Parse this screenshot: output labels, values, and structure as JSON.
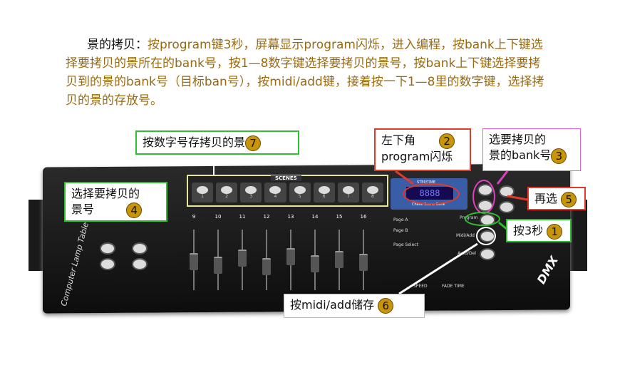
{
  "intro": {
    "lead": "景的拷贝：",
    "text": "按program键3秒，屏幕显示program闪烁，进入编程，按bank上下键选择要拷贝的景所在的bank号，按1—8数字键选择要拷贝的景号，按bank上下键选择要拷贝到的景的bank号（目标ban号），按midi/add键，接着按一下1—8里的数字键，选择拷贝的景的存放号。"
  },
  "device": {
    "scenes_label": "SCENES",
    "scene_buttons": [
      "1",
      "2",
      "3",
      "4",
      "5",
      "6",
      "7",
      "8"
    ],
    "fader_numbers": [
      "9",
      "10",
      "11",
      "12",
      "13",
      "14",
      "15",
      "16"
    ],
    "display_value": "8888",
    "display_top": "STEP/TIME",
    "display_bottom": "Chase Scene Bank",
    "page_a": "Page A",
    "page_b": "Page B",
    "page_select": "Page Select",
    "program": "Program",
    "midi_add": "Midi/Add",
    "auto_del": "Auto/Del",
    "speed": "SPEED",
    "fade_time": "FADE TIME",
    "brand": "Computer Lamp Table",
    "model": "DMX"
  },
  "callouts": {
    "c1": {
      "text": "按3秒",
      "num": "1"
    },
    "c2": {
      "line1": "左下角",
      "line2": "program闪烁",
      "num": "2"
    },
    "c3": {
      "line1": "选要拷贝的",
      "line2": "景的bank号",
      "num": "3"
    },
    "c4": {
      "line1": "选择要拷贝的",
      "line2": "景号",
      "num": "4"
    },
    "c5": {
      "text": "再选",
      "num": "5"
    },
    "c6": {
      "text": "按midi/add储存",
      "num": "6"
    },
    "c7": {
      "text": "按数字号存拷贝的景",
      "num": "7"
    }
  },
  "colors": {
    "intro_text": "#9a6a10",
    "badge": "#c8940a",
    "green": "#2fbf2f",
    "red": "#e03a2a",
    "pink": "#e040c0"
  }
}
